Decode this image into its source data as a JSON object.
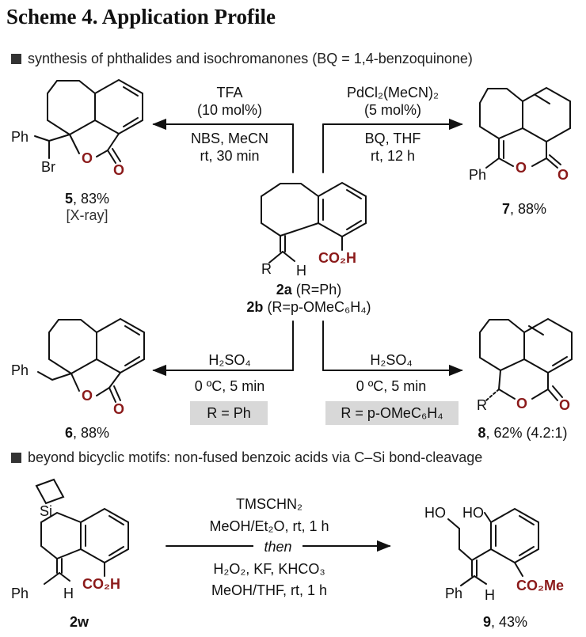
{
  "title": "Scheme 4. Application Profile",
  "section1": "synthesis of phthalides and isochromanones (BQ = 1,4-benzoquinone)",
  "section2": "beyond bicyclic motifs: non-fused benzoic acids via C–Si bond-cleavage",
  "colors": {
    "heteroatom": "#8b1a1a",
    "text": "#111111",
    "box": "#d8d8d8"
  },
  "reactions": {
    "r_tfa": {
      "line1": "TFA",
      "line2": "(10 mol%)",
      "line3": "NBS, MeCN",
      "line4": "rt, 30 min"
    },
    "r_pd": {
      "line1": "PdCl₂(MeCN)₂",
      "line2": "(5 mol%)",
      "line3": "BQ, THF",
      "line4": "rt, 12 h"
    },
    "r_h2so4_left": {
      "line1": "H₂SO₄",
      "line2": "0 ºC, 5 min",
      "box": "R = Ph"
    },
    "r_h2so4_right": {
      "line1": "H₂SO₄",
      "line2": "0 ºC, 5 min",
      "box": "R = p-OMeC₆H₄"
    },
    "r_bottom": {
      "line1": "TMSCHN₂",
      "line2": "MeOH/Et₂O, rt, 1 h",
      "line3": "then",
      "line4": "H₂O₂, KF, KHCO₃",
      "line5": "MeOH/THF, rt, 1 h"
    }
  },
  "compounds": {
    "c5": {
      "number": "5",
      "yield": ", 83%",
      "note": "[X-ray]"
    },
    "c7": {
      "number": "7",
      "yield": ", 88%"
    },
    "c2a": {
      "number": "2a",
      "desc": " (R=Ph)"
    },
    "c2b": {
      "number": "2b",
      "desc": " (R=p-OMeC₆H₄)"
    },
    "c6": {
      "number": "6",
      "yield": ", 88%"
    },
    "c8": {
      "number": "8",
      "yield": ", 62% (4.2:1)"
    },
    "c2w": {
      "number": "2w"
    },
    "c9": {
      "number": "9",
      "yield": ", 43%"
    }
  },
  "atoms": {
    "ph": "Ph",
    "br": "Br",
    "o": "O",
    "r": "R",
    "h": "H",
    "co2h": "CO₂H",
    "si": "Si",
    "ho": "HO",
    "co2me": "CO₂Me"
  }
}
